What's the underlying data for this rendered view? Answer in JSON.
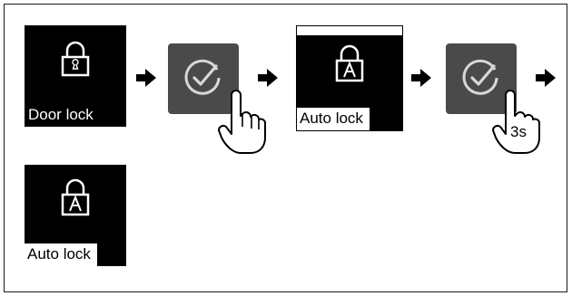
{
  "steps": {
    "door_lock_label": "Door lock",
    "auto_lock_label_1": "Auto lock",
    "auto_lock_label_2": "Auto lock",
    "hold_duration": "3s"
  },
  "icons": {
    "lock_open_keyhole": "padlock-keyhole-icon",
    "lock_auto": "padlock-A-icon",
    "confirm": "check-circle-icon",
    "press": "pointing-finger-icon",
    "next": "arrow-right-icon"
  },
  "colors": {
    "tile_bg": "#000000",
    "button_bg": "#4a4a4a",
    "icon_on_button": "#d8d8d8"
  }
}
